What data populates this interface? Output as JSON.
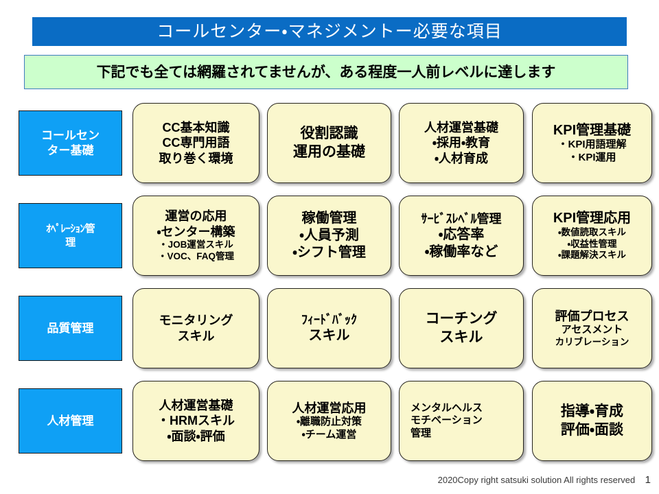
{
  "slide": {
    "title": "コールセンター・マネジメントー必要な項目",
    "subtitle": "下記でも全ては網羅されてませんが、ある程度一人前レベルに達します",
    "colors": {
      "title_bar": "#0A6CC4",
      "subtitle_band": "#CCFFCC",
      "category_box": "#0FA0F5",
      "card_fill": "#FAF7CD",
      "card_border": "#23211C"
    }
  },
  "rows": [
    {
      "category": "コールセン\nター基礎",
      "cards": [
        {
          "lines": [
            {
              "text": "CC基本知識",
              "size": "fs-md"
            },
            {
              "text": "CC専門用語",
              "size": "fs-md"
            },
            {
              "text": "取り巻く環境",
              "size": "fs-md"
            }
          ],
          "align": "center"
        },
        {
          "lines": [
            {
              "text": "役割認識",
              "size": "fs-xl"
            },
            {
              "text": "運用の基礎",
              "size": "fs-xl"
            }
          ],
          "align": "center"
        },
        {
          "lines": [
            {
              "text": "人材運営基礎",
              "size": "fs-md"
            },
            {
              "text": "・採用・教育",
              "size": "fs-md"
            },
            {
              "text": "・人材育成",
              "size": "fs-md"
            }
          ],
          "align": "center"
        },
        {
          "lines": [
            {
              "text": "KPI管理基礎",
              "size": "fs-lg"
            },
            {
              "text": "・KPI用語理解",
              "size": "fs-sm"
            },
            {
              "text": "・KPI運用",
              "size": "fs-sm"
            }
          ],
          "align": "center"
        }
      ]
    },
    {
      "category": "ｵﾍﾟﾚｰｼｮﾝ管\n理",
      "cards": [
        {
          "lines": [
            {
              "text": "運営の応用",
              "size": "fs-md"
            },
            {
              "text": "・センター構築",
              "size": "fs-md"
            },
            {
              "text": "・JOB運営スキル",
              "size": "fs-xs"
            },
            {
              "text": "・VOC、FAQ管理",
              "size": "fs-xs"
            }
          ],
          "align": "center"
        },
        {
          "lines": [
            {
              "text": "稼働管理",
              "size": "fs-lg"
            },
            {
              "text": "・人員予測",
              "size": "fs-lg"
            },
            {
              "text": "・シフト管理",
              "size": "fs-lg"
            }
          ],
          "align": "center"
        },
        {
          "lines": [
            {
              "text": "ｻｰﾋﾞｽﾚﾍﾞﾙ管理",
              "size": "fs-md"
            },
            {
              "text": "・応答率",
              "size": "fs-lg"
            },
            {
              "text": "・稼働率など",
              "size": "fs-lg"
            }
          ],
          "align": "center"
        },
        {
          "lines": [
            {
              "text": "KPI管理応用",
              "size": "fs-lg"
            },
            {
              "text": "・数値読取スキル",
              "size": "fs-xs"
            },
            {
              "text": "・収益性管理",
              "size": "fs-xs"
            },
            {
              "text": "・課題解決スキル",
              "size": "fs-xs"
            }
          ],
          "align": "center"
        }
      ]
    },
    {
      "category": "品質管理",
      "cards": [
        {
          "lines": [
            {
              "text": "モニタリング",
              "size": "fs-md"
            },
            {
              "text": "スキル",
              "size": "fs-md"
            }
          ],
          "align": "center"
        },
        {
          "lines": [
            {
              "text": "ﾌｨｰﾄﾞﾊﾞｯｸ",
              "size": "fs-md"
            },
            {
              "text": "スキル",
              "size": "fs-lg"
            }
          ],
          "align": "center"
        },
        {
          "lines": [
            {
              "text": "コーチング",
              "size": "fs-xl"
            },
            {
              "text": "スキル",
              "size": "fs-xl"
            }
          ],
          "align": "center"
        },
        {
          "lines": [
            {
              "text": "評価プロセス",
              "size": "fs-md"
            },
            {
              "text": "アセスメント",
              "size": "fs-sm"
            },
            {
              "text": "カリブレーション",
              "size": "fs-xs"
            }
          ],
          "align": "center"
        }
      ]
    },
    {
      "category": "人材管理",
      "cards": [
        {
          "lines": [
            {
              "text": "人材運営基礎",
              "size": "fs-md"
            },
            {
              "text": "・HRMスキル",
              "size": "fs-md"
            },
            {
              "text": "・面談・評価",
              "size": "fs-md"
            }
          ],
          "align": "center"
        },
        {
          "lines": [
            {
              "text": "人材運営応用",
              "size": "fs-md"
            },
            {
              "text": "・離職防止対策",
              "size": "fs-sm"
            },
            {
              "text": "・チーム運営",
              "size": "fs-sm"
            }
          ],
          "align": "center"
        },
        {
          "lines": [
            {
              "text": "メンタルヘルス",
              "size": "fs-sm"
            },
            {
              "text": "モチベーション",
              "size": "fs-sm"
            },
            {
              "text": "管理",
              "size": "fs-sm"
            }
          ],
          "align": "left"
        },
        {
          "lines": [
            {
              "text": "指導・育成",
              "size": "fs-xl"
            },
            {
              "text": "評価・面談",
              "size": "fs-xl"
            }
          ],
          "align": "center"
        }
      ]
    }
  ],
  "footer": {
    "copyright": "2020Copy right satsuki solution All rights reserved",
    "page_number": "1"
  }
}
